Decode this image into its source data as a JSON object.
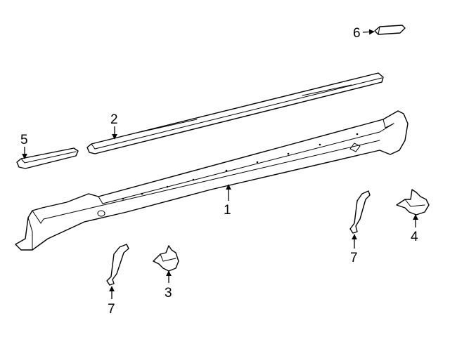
{
  "callouts": {
    "rocker_panel": "1",
    "upper_molding": "2",
    "end_cap_front": "3",
    "end_cap_rear": "4",
    "front_molding": "5",
    "trim_pad": "6",
    "seal_left": "7",
    "seal_right": "7"
  },
  "colors": {
    "line": "#000000",
    "background": "#ffffff"
  }
}
